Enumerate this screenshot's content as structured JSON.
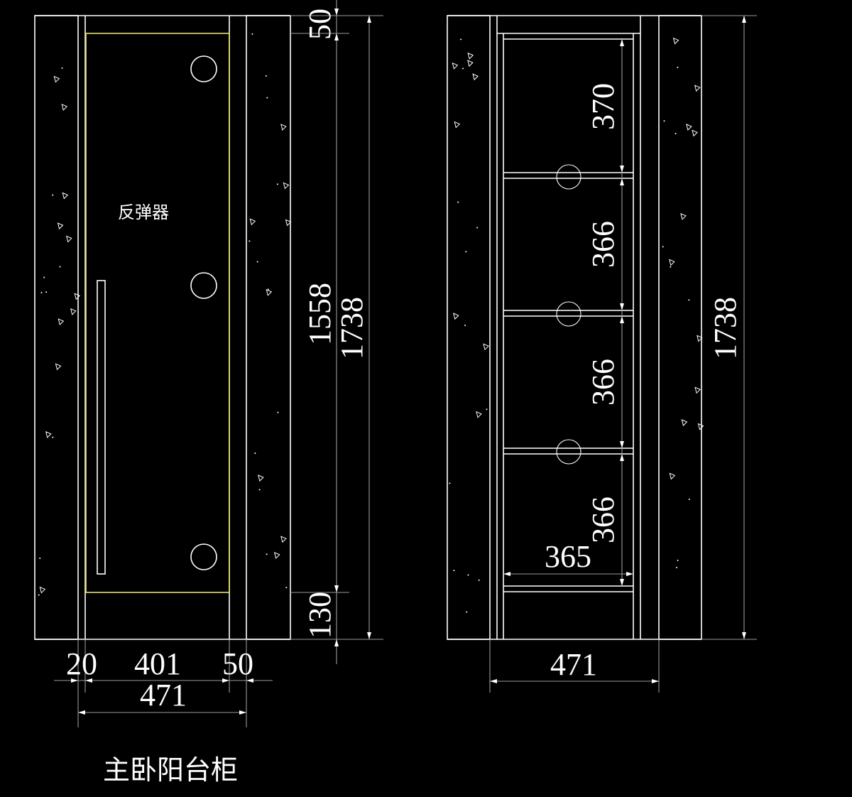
{
  "title": "主卧阳台柜",
  "front_view": {
    "label": "反弹器",
    "dims": {
      "top_gap": "50",
      "door_height": "1558",
      "total_height": "1738",
      "bottom_gap": "130",
      "left_width": "20",
      "door_width": "401",
      "right_width": "50",
      "total_width": "471"
    }
  },
  "side_view": {
    "dims": {
      "shelf_1": "370",
      "shelf_2": "366",
      "shelf_3": "366",
      "shelf_4": "366",
      "inner_width": "365",
      "total_width": "471",
      "total_height": "1738"
    }
  }
}
